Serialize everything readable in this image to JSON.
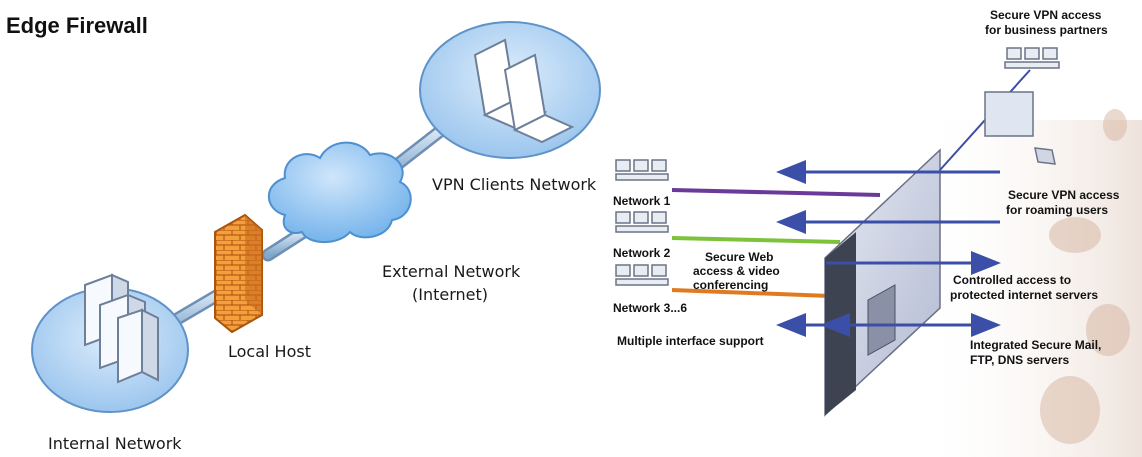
{
  "title": "Edge Firewall",
  "left": {
    "vpn_clients": "VPN Clients Network",
    "external_1": "External Network",
    "external_2": "(Internet)",
    "local_host": "Local Host",
    "internal": "Internal Network"
  },
  "right": {
    "network_1": "Network 1",
    "network_2": "Network 2",
    "network_3": "Network 3...6",
    "multiple": "Multiple interface support",
    "web_1": "Secure Web",
    "web_2": "access & video",
    "web_3": "conferencing",
    "partners_1": "Secure VPN access",
    "partners_2": "for business partners",
    "roaming_1": "Secure VPN access",
    "roaming_2": "for roaming users",
    "controlled_1": "Controlled access to",
    "controlled_2": "protected internet servers",
    "mail_1": "Integrated Secure Mail,",
    "mail_2": "FTP, DNS servers"
  },
  "colors": {
    "arrow": "#3b4fa8",
    "network_1_line": "#6a3a9a",
    "network_2_line": "#7cc23a",
    "network_3_line": "#e07a20",
    "cloud": "#8fc3ee",
    "disc": "#b9d6f2",
    "firewall_brick": "#e8862a",
    "panel": "#c7cde0"
  }
}
